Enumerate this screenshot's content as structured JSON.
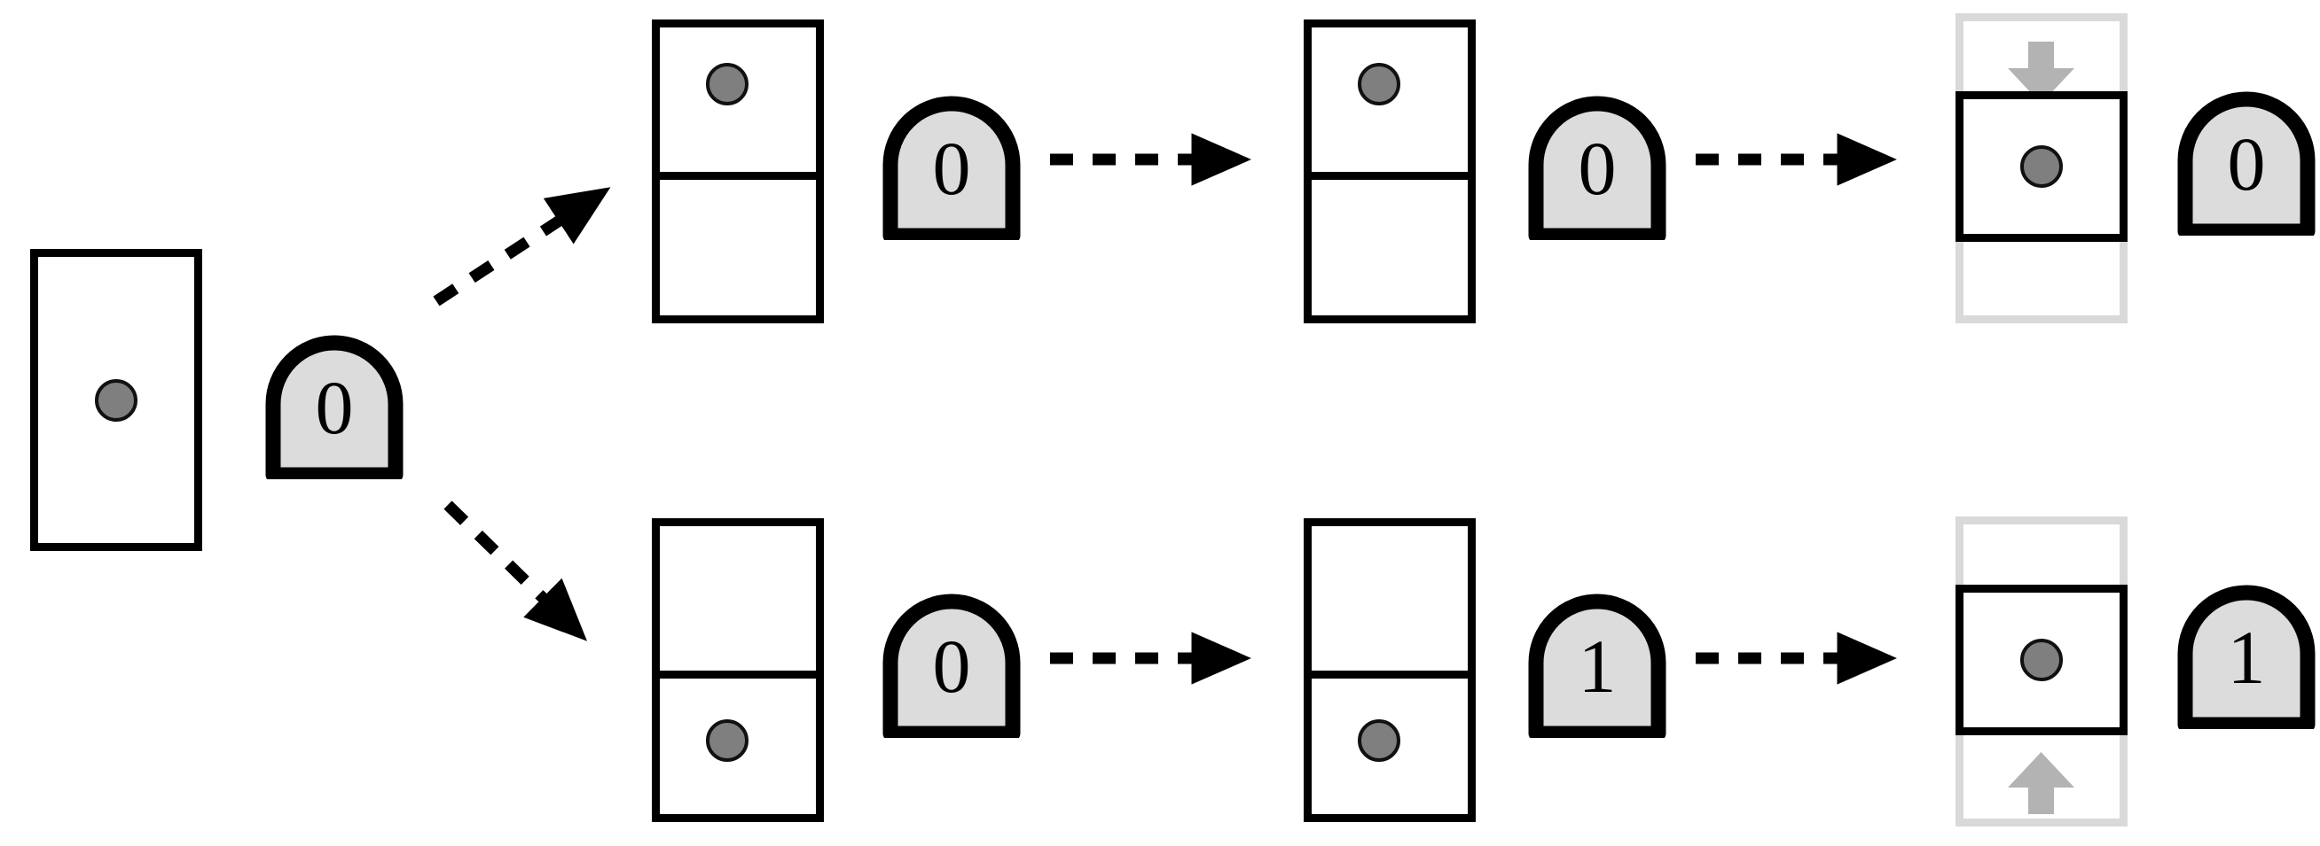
{
  "diagram": {
    "title": "Turing machine branching transition diagram",
    "type": "branching-state-tape-diagram",
    "colors": {
      "tape_border": "#000000",
      "tape_fill": "#ffffff",
      "head_dot_fill": "#7f7f7f",
      "head_dot_stroke": "#111111",
      "state_fill": "#dcdcdc",
      "state_stroke": "#000000",
      "ghost_frame": "#d9d9d9",
      "move_glyph": "#b3b3b3",
      "arrow": "#000000",
      "background": "#ffffff"
    }
  },
  "root": {
    "tape": {
      "name": "root-tape",
      "cells": 1,
      "head_cell_index": 0,
      "head_align": "center"
    },
    "state": {
      "label": "0"
    }
  },
  "branches": [
    {
      "id": "top",
      "arrow": {
        "direction": "up-right",
        "style": "dashed",
        "head": "filled-triangle"
      },
      "steps": [
        {
          "id": "top-step-1",
          "tape": {
            "name": "top-tape-1",
            "cells": 2,
            "head_cell_index": 0,
            "ghost": false
          },
          "state": {
            "label": "0"
          },
          "next_arrow": {
            "direction": "right",
            "style": "dashed",
            "head": "filled-triangle"
          }
        },
        {
          "id": "top-step-2",
          "tape": {
            "name": "top-tape-2",
            "cells": 2,
            "head_cell_index": 0,
            "ghost": false
          },
          "state": {
            "label": "0"
          },
          "next_arrow": {
            "direction": "right",
            "style": "dashed",
            "head": "filled-triangle"
          }
        },
        {
          "id": "top-step-3",
          "tape": {
            "name": "top-tape-3",
            "cells": 3,
            "head_cell_index": 1,
            "ghost": true,
            "move_glyph": {
              "icon": "arrow-down-icon",
              "position": "top-cell"
            }
          },
          "state": {
            "label": "0"
          },
          "next_arrow": null
        }
      ]
    },
    {
      "id": "bottom",
      "arrow": {
        "direction": "down-right",
        "style": "dashed",
        "head": "filled-triangle"
      },
      "steps": [
        {
          "id": "bottom-step-1",
          "tape": {
            "name": "bottom-tape-1",
            "cells": 2,
            "head_cell_index": 1,
            "ghost": false
          },
          "state": {
            "label": "0"
          },
          "next_arrow": {
            "direction": "right",
            "style": "dashed",
            "head": "filled-triangle"
          }
        },
        {
          "id": "bottom-step-2",
          "tape": {
            "name": "bottom-tape-2",
            "cells": 2,
            "head_cell_index": 1,
            "ghost": false
          },
          "state": {
            "label": "1"
          },
          "next_arrow": {
            "direction": "right",
            "style": "dashed",
            "head": "filled-triangle"
          }
        },
        {
          "id": "bottom-step-3",
          "tape": {
            "name": "bottom-tape-3",
            "cells": 3,
            "head_cell_index": 1,
            "ghost": true,
            "move_glyph": {
              "icon": "arrow-up-icon",
              "position": "bottom-cell"
            }
          },
          "state": {
            "label": "1"
          },
          "next_arrow": null
        }
      ]
    }
  ],
  "labels": {
    "root_state": "0",
    "top_state_1": "0",
    "top_state_2": "0",
    "top_state_3": "0",
    "bottom_state_1": "0",
    "bottom_state_2": "1",
    "bottom_state_3": "1"
  }
}
